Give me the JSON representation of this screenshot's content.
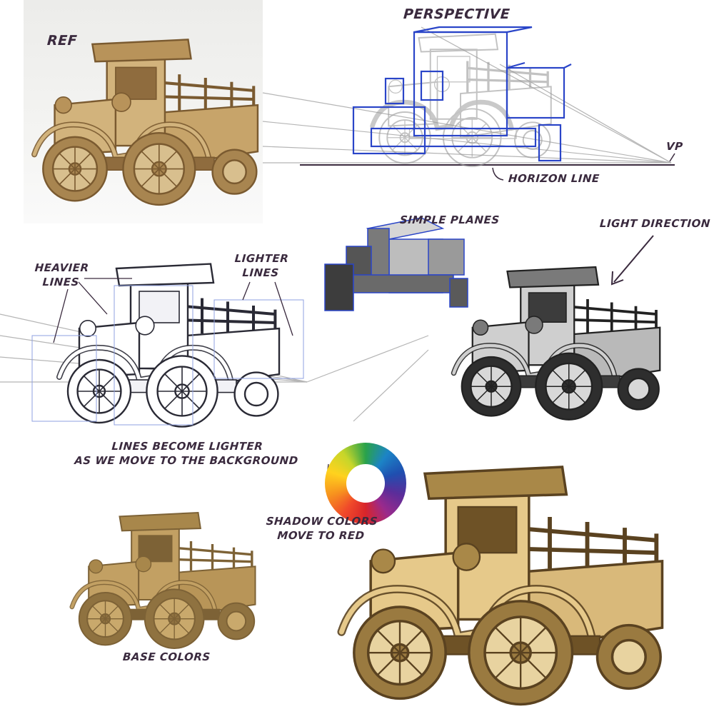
{
  "labels": {
    "ref": "REF",
    "perspective": "PERSPECTIVE",
    "vp": "VP",
    "horizon_line": "HORIZON LINE",
    "simple_planes": "SIMPLE PLANES",
    "light_direction": "LIGHT DIRECTION",
    "heavier_lines": [
      "HEAVIER",
      "LINES"
    ],
    "lighter_lines": [
      "LIGHTER",
      "LINES"
    ],
    "lines_lighter": [
      "LINES BECOME LIGHTER",
      "AS WE MOVE TO THE BACKGROUND"
    ],
    "shadow_colors": [
      "SHADOW COLORS",
      "MOVE TO RED"
    ],
    "base_colors": "BASE COLORS"
  },
  "colors": {
    "ink": "#3a2a3e",
    "perspective_blue": "#2a45c8",
    "wood": "#c9a66b",
    "base_wood": "#b8955a",
    "gray": "#8a8a8a"
  }
}
